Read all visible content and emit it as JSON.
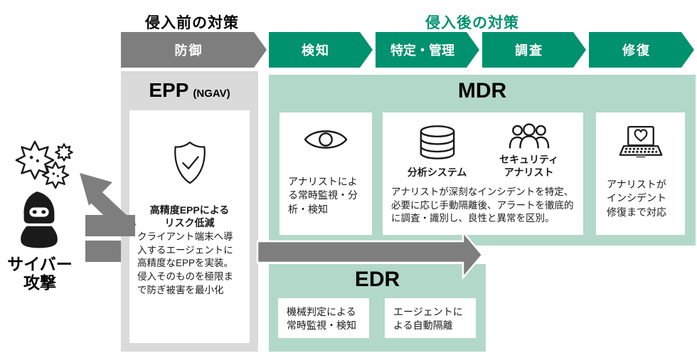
{
  "colors": {
    "stage_green": "#00916E",
    "teal_background": "#B2D8CA",
    "gray_arrow": "#7E7E7E",
    "epp_gray_background": "#DADADA",
    "text_black": "#1A1A1A"
  },
  "headings": {
    "pre_intrusion": "侵入前の対策",
    "post_intrusion": "侵入後の対策"
  },
  "stages": [
    {
      "id": "defense",
      "label": "防御"
    },
    {
      "id": "detection",
      "label": "検知"
    },
    {
      "id": "containment",
      "label": "特定・管理"
    },
    {
      "id": "investigation",
      "label": "調査"
    },
    {
      "id": "remediation",
      "label": "修復"
    }
  ],
  "attacker": {
    "label_line1": "サイバー",
    "label_line2": "攻撃",
    "icons": [
      "virus-burst-icon",
      "hacker-icon",
      "deflected-arrow-icon",
      "attack-arrow-icon"
    ]
  },
  "epp": {
    "title": "EPP",
    "subtitle": "(NGAV)",
    "icon": "shield-check-icon",
    "heading_line1": "高精度EPPによる",
    "heading_line2": "リスク低減",
    "body": "クライアント端末へ導入するエージェントに高精度なEPPを実装。侵入そのものを極限まで防ぎ被害を最小化"
  },
  "mdr": {
    "title": "MDR",
    "monitoring": {
      "icon": "eye-icon",
      "text": "アナリストによる常時監視・分析・検知"
    },
    "analysis": {
      "system_icon": "database-icon",
      "system_label": "分析システム",
      "analyst_icon": "analysts-group-icon",
      "analyst_label_line1": "セキュリティ",
      "analyst_label_line2": "アナリスト",
      "text": "アナリストが深刻なインシデントを特定、必要に応じ手動隔離後、アラートを徹底的に調査・識別し、良性と異常を区別。"
    },
    "remediation": {
      "icon": "laptop-heart-icon",
      "text": "アナリストがインシデント修復まで対応"
    }
  },
  "edr": {
    "title": "EDR",
    "box1": "機械判定による常時監視・検知",
    "box2": "エージェントによる自動隔離"
  }
}
